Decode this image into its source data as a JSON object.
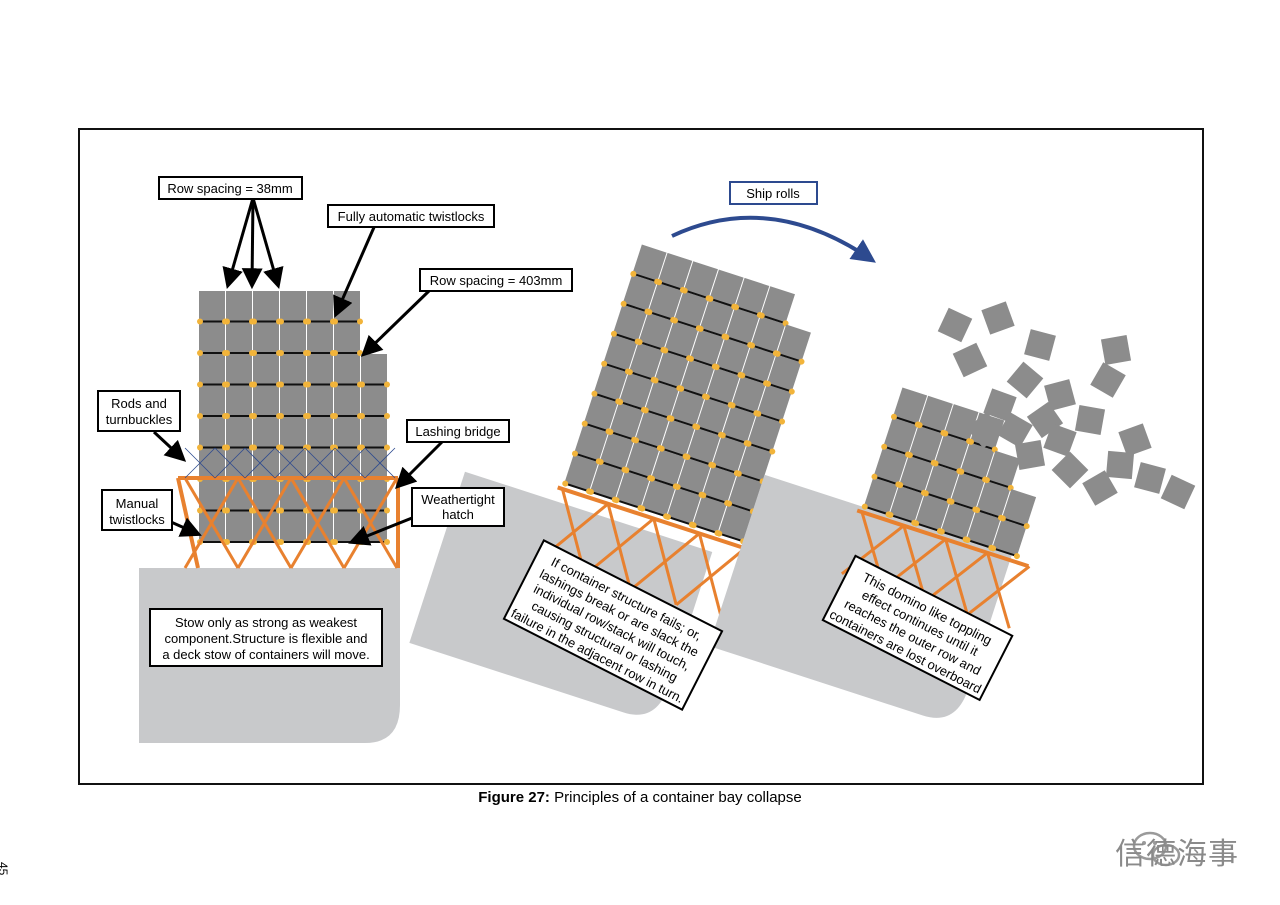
{
  "labels": {
    "row_spacing_38": "Row spacing = 38mm",
    "auto_twistlocks": "Fully automatic twistlocks",
    "row_spacing_403": "Row spacing = 403mm",
    "rods_turnbuckles_1": "Rods and",
    "rods_turnbuckles_2": "turnbuckles",
    "lashing_bridge": "Lashing bridge",
    "manual_twistlocks_1": "Manual",
    "manual_twistlocks_2": "twistlocks",
    "weathertight_hatch_1": "Weathertight",
    "weathertight_hatch_2": "hatch",
    "ship_rolls": "Ship rolls"
  },
  "notes": {
    "panel1": [
      "Stow only as strong as weakest",
      "component.Structure is flexible and",
      "a deck stow of containers will move."
    ],
    "panel2": [
      "If container structure fails; or,",
      "lashings break or are slack the",
      "individual row/stack will touch,",
      "causing structural or lashing",
      "failure in the adjacent row in turn."
    ],
    "panel3": [
      "This domino like toppling",
      "effect continues until it",
      "reaches the outer row and",
      "containers are lost overboard"
    ]
  },
  "caption": {
    "label": "Figure 27:",
    "text": " Principles of a container bay collapse"
  },
  "page_number": "45",
  "watermark": "信德海事",
  "colors": {
    "container": "#8c8c8c",
    "hull": "#c8c9cb",
    "lashing": "#e8812f",
    "twistlock": "#f2b43a",
    "arrow_blue": "#2d4a8f"
  }
}
